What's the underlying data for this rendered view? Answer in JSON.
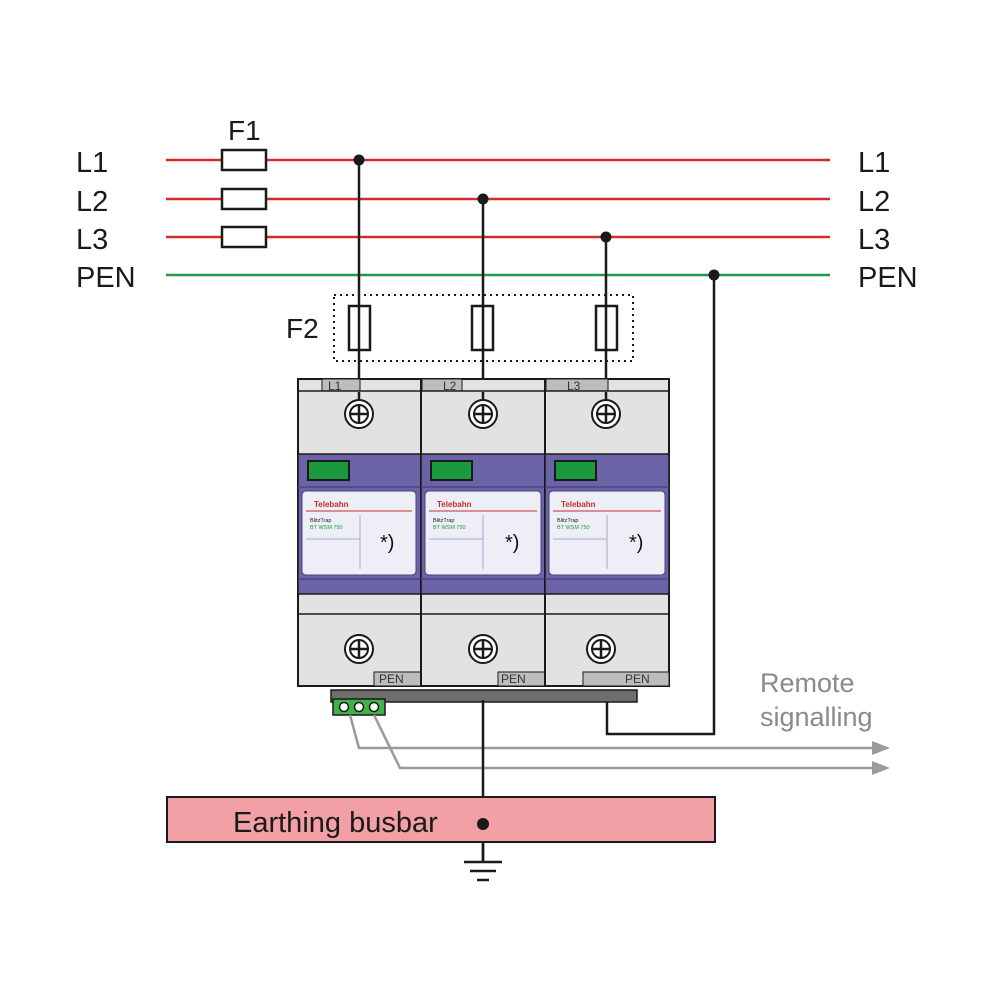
{
  "labels": {
    "f1": "F1",
    "f2": "F2",
    "left_lines": [
      "L1",
      "L2",
      "L3",
      "PEN"
    ],
    "right_lines": [
      "L1",
      "L2",
      "L3",
      "PEN"
    ],
    "remote_signalling": [
      "Remote",
      "signalling"
    ],
    "earthing_busbar": "Earthing busbar"
  },
  "modules": [
    {
      "top_label": "L1",
      "brand": "Telebahn",
      "product": "BlitzTrap",
      "model": "BT WSM 750",
      "note": "*)",
      "bottom_label": "PEN"
    },
    {
      "top_label": "L2",
      "brand": "Telebahn",
      "product": "BlitzTrap",
      "model": "BT WSM 750",
      "note": "*)",
      "bottom_label": "PEN"
    },
    {
      "top_label": "L3",
      "brand": "Telebahn",
      "product": "BlitzTrap",
      "model": "BT WSM 750",
      "note": "*)",
      "bottom_label": "PEN"
    }
  ],
  "colors": {
    "phase_line": "#d62a2a",
    "pen_line": "#1f9a4a",
    "module_body": "#e2e2e2",
    "module_band": "#6b63a8",
    "indicator": "#1a9a3c",
    "busbar": "#f2a0a6",
    "signal": "#9a9a9a"
  }
}
